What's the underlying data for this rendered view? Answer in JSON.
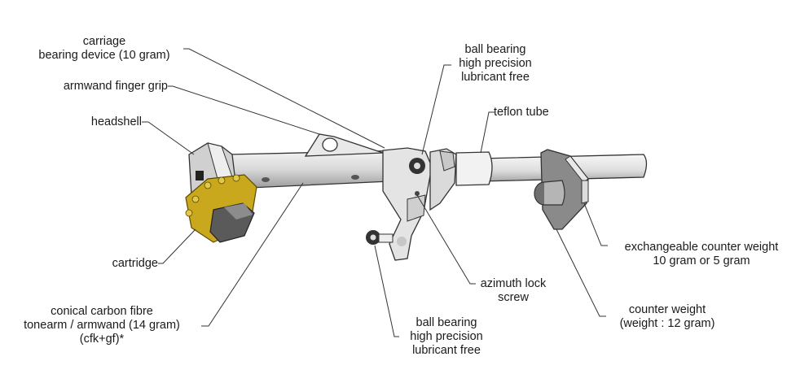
{
  "title": "Tonearm component diagram",
  "labels": {
    "carriage": [
      "carriage",
      "bearing device (10 gram)"
    ],
    "finger_grip": [
      "armwand finger grip"
    ],
    "headshell": [
      "headshell"
    ],
    "cartridge": [
      "cartridge"
    ],
    "armwand": [
      "conical carbon fibre",
      "tonearm / armwand (14 gram)",
      "(cfk+gf)*"
    ],
    "ball_bearing_top": [
      "ball bearing",
      "high precision",
      "lubricant free"
    ],
    "teflon_tube": [
      "teflon tube"
    ],
    "azimuth": [
      "azimuth lock",
      "screw"
    ],
    "ball_bearing_bottom": [
      "ball bearing",
      "high precision",
      "lubricant free"
    ],
    "exch_counter_weight": [
      "exchangeable counter weight",
      "10 gram or 5 gram"
    ],
    "counter_weight": [
      "counter weight",
      "(weight : 12 gram)"
    ]
  },
  "colors": {
    "line": "#333333",
    "metal_light": "#e6e6e6",
    "metal_mid": "#bdbdbd",
    "metal_dark": "#7a7a7a",
    "cartridge_gold": "#c9a81e",
    "cartridge_body": "#5a5a5a"
  }
}
